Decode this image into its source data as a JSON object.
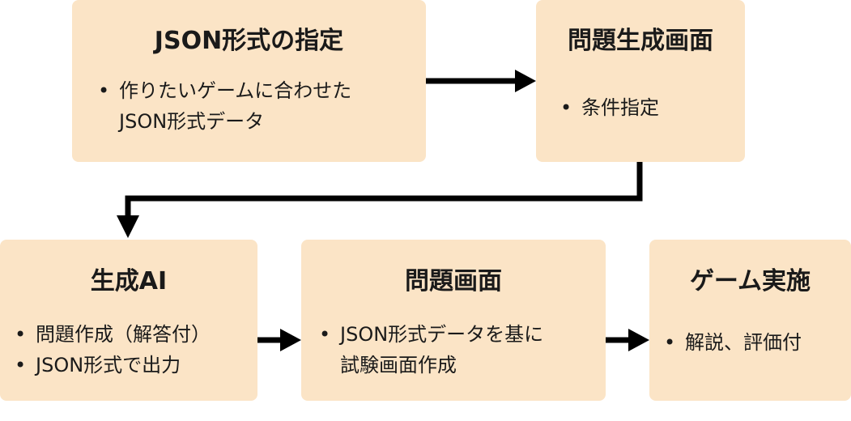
{
  "boxes": {
    "json_spec": {
      "title": "JSON形式の指定",
      "items": [
        "作りたいゲームに合わせた",
        "JSON形式データ"
      ]
    },
    "problem_gen_screen": {
      "title": "問題生成画面",
      "items": [
        "条件指定"
      ]
    },
    "gen_ai": {
      "title": "生成AI",
      "items": [
        "問題作成（解答付）",
        "JSON形式で出力"
      ]
    },
    "problem_screen": {
      "title": "問題画面",
      "items": [
        "JSON形式データを基に",
        "試験画面作成"
      ]
    },
    "game": {
      "title": "ゲーム実施",
      "items": [
        "解説、評価付"
      ]
    }
  },
  "colors": {
    "box_fill": "#fbe4c6",
    "arrow": "#000000",
    "text": "#1a1a1a"
  }
}
